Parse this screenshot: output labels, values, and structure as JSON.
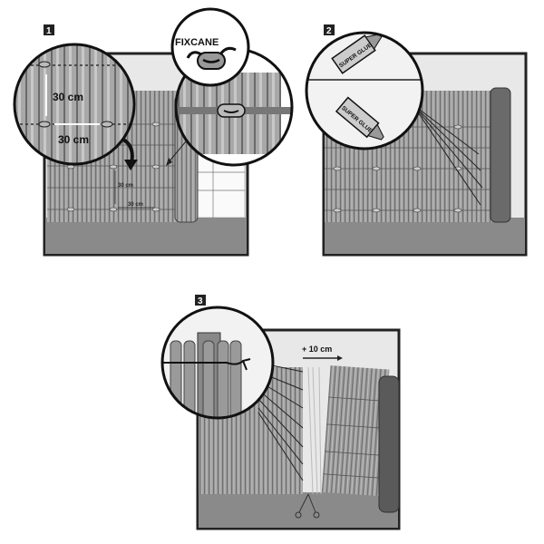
{
  "steps": [
    {
      "number": "1",
      "zoom_labels": {
        "vertical": "30 cm",
        "horizontal": "30 cm"
      },
      "fence_labels": {
        "vertical": "30 cm",
        "horizontal": "30 cm"
      },
      "product": "FIXCANE"
    },
    {
      "number": "2",
      "tube_labels": [
        "SUPER GLUE",
        "SUPER GLUE"
      ]
    },
    {
      "number": "3",
      "overlap_label": "+ 10 cm"
    }
  ],
  "colors": {
    "frame": "#222222",
    "wall": "#e6e6e6",
    "ground": "#8a8a8a",
    "cane": "#9a9a9a",
    "badge": "#222222"
  }
}
